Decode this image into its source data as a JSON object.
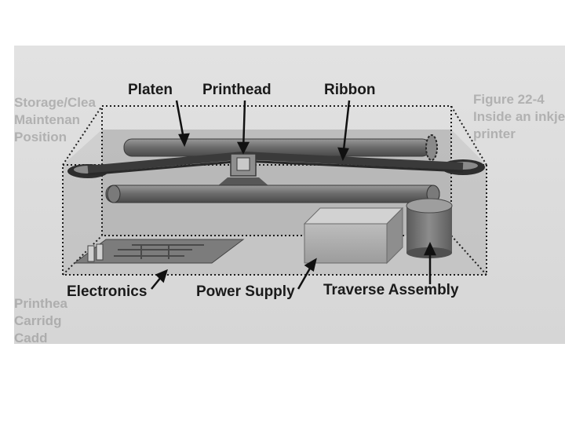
{
  "labels": {
    "platen": "Platen",
    "printhead": "Printhead",
    "ribbon": "Ribbon",
    "electronics": "Electronics",
    "power_supply": "Power Supply",
    "traverse_assembly": "Traverse Assembly"
  },
  "background_text": {
    "figure_caption": [
      "Figure 22-4",
      "Inside an inkjet",
      "printer"
    ],
    "left_margin": [
      "Storage/Clea",
      "Maintenan",
      "Position"
    ],
    "bottom_left": [
      "Printhea",
      "Carridg",
      "Cadd"
    ]
  },
  "colors": {
    "diagram_fill": "#a8a8a8",
    "dark_component": "#6e6e6e",
    "ribbon_band": "#3a3a3a",
    "label_text": "#1a1a1a"
  }
}
